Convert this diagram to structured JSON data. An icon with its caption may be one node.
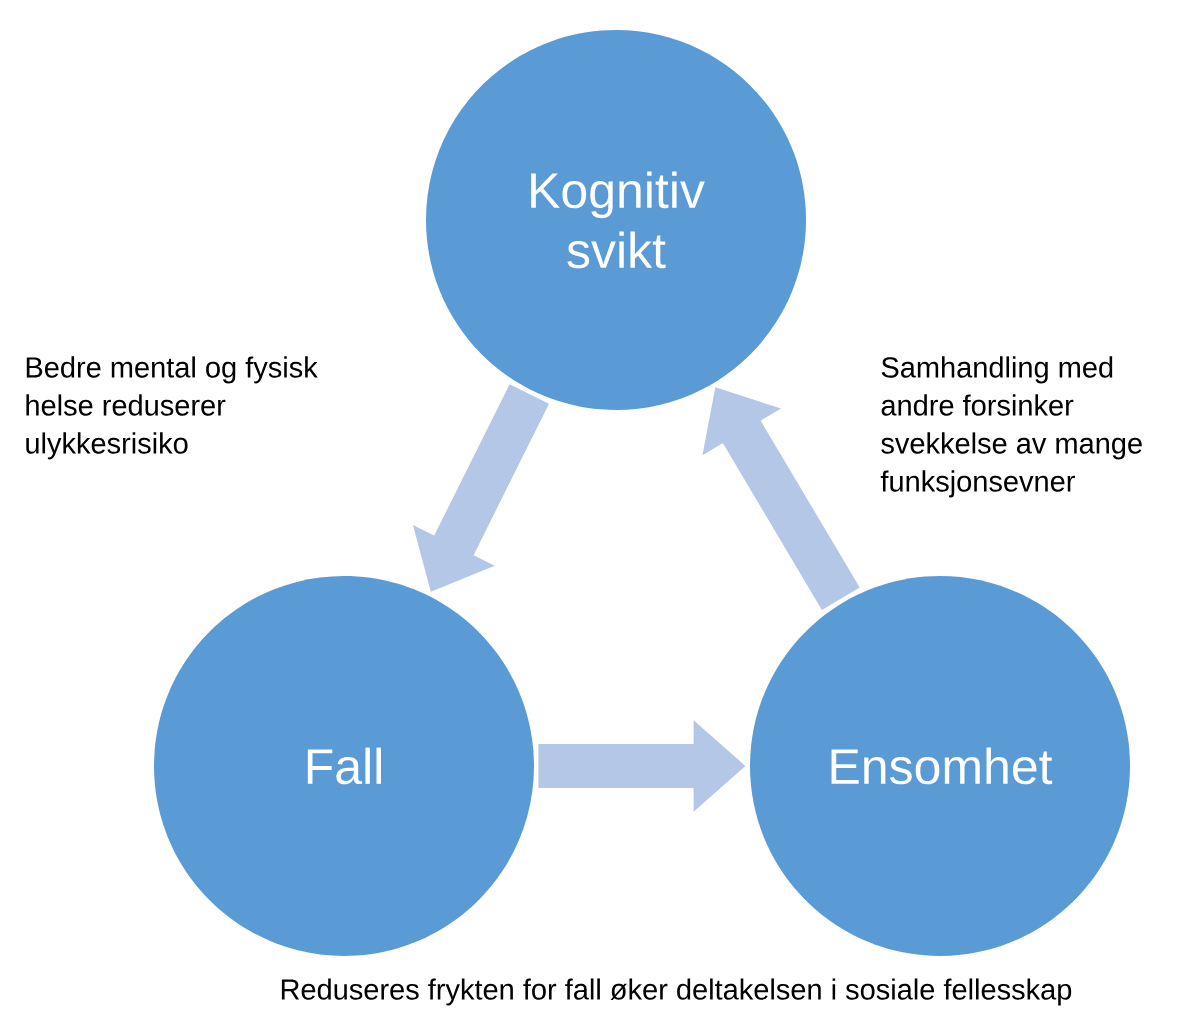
{
  "diagram": {
    "nodes": [
      {
        "text": [
          "Kognitiv svikt"
        ]
      },
      {
        "text": [
          "Fall"
        ]
      },
      {
        "text": [
          "Ensomhet"
        ]
      }
    ],
    "edges": [
      {
        "from": 0,
        "to": 1,
        "arrow": "to"
      },
      {
        "from": 1,
        "to": 2,
        "arrow": "to"
      },
      {
        "from": 2,
        "to": 0,
        "arrow": "to"
      }
    ],
    "labels": [
      "Bedre mental og fysisk helse reduserer ulykkesrisiko",
      "Samhandling med andre forsinker svekkelse av mange funksjonsevner",
      "Reduseres frykten for fall øker deltakelsen i sosiale fellesskap"
    ]
  }
}
